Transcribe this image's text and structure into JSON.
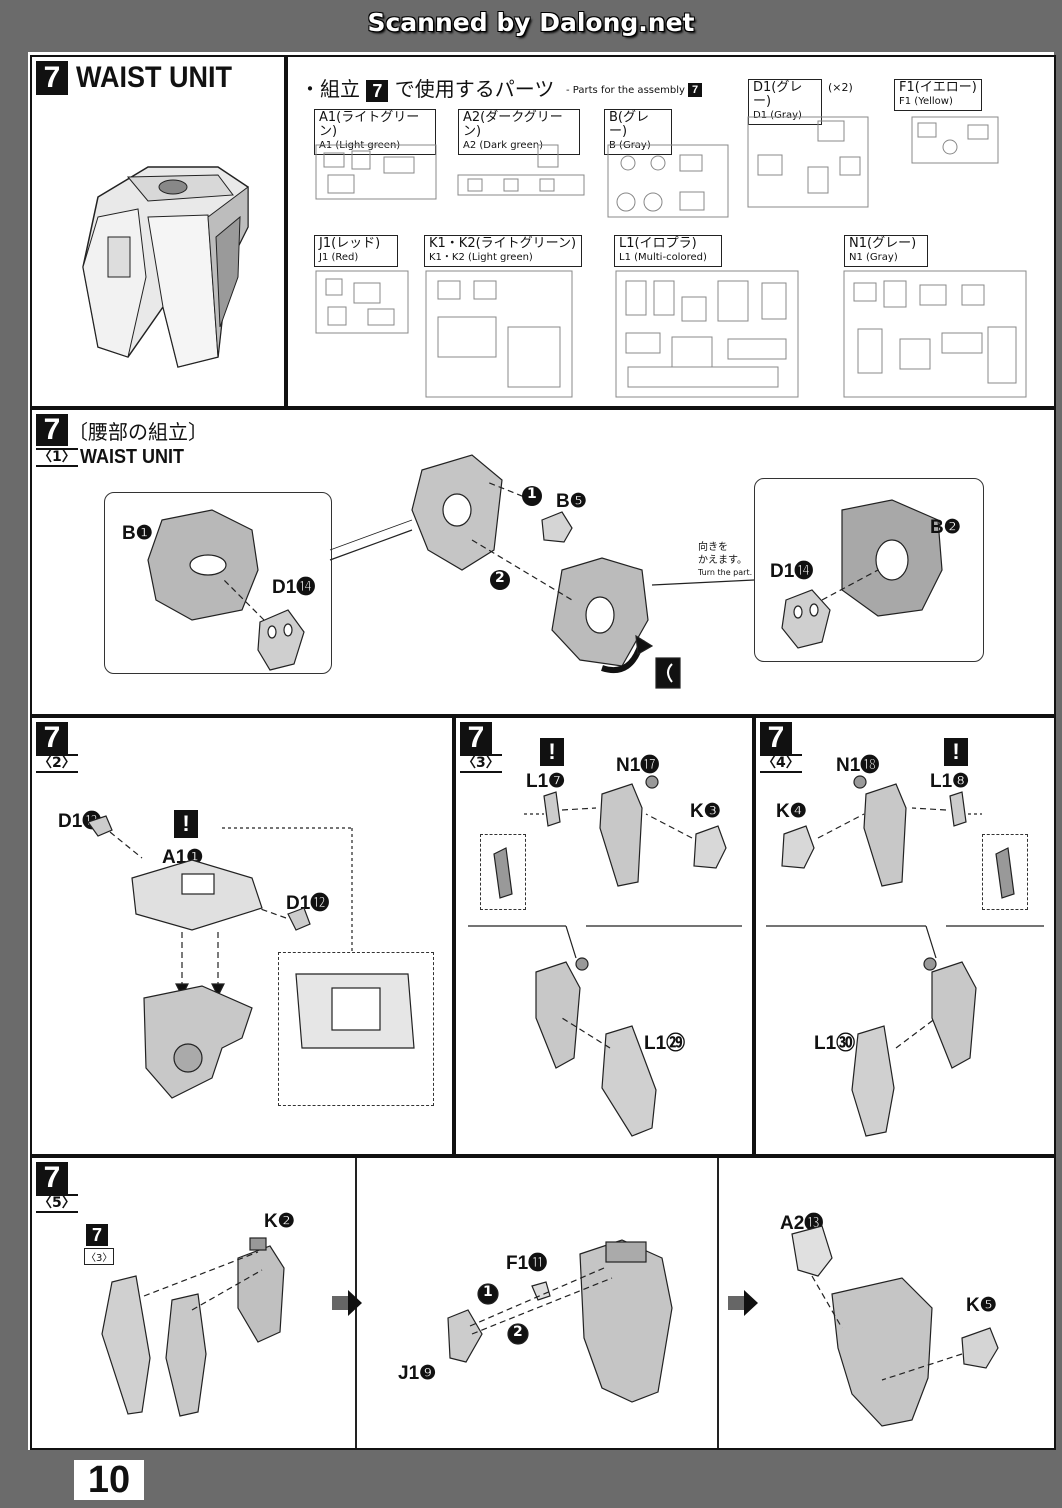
{
  "banner": "Scanned by Dalong.net",
  "header": {
    "step": "7",
    "title": "WAIST UNIT",
    "parts_title_jp": "・組立",
    "parts_title_jp2": "で使用するパーツ",
    "parts_title_en": "- Parts for the assembly"
  },
  "sprues": [
    {
      "jp": "A1(ライトグリーン)",
      "en": "A1 (Light green)"
    },
    {
      "jp": "A2(ダークグリーン)",
      "en": "A2 (Dark green)"
    },
    {
      "jp": "B(グレー)",
      "en": "B (Gray)"
    },
    {
      "jp": "D1(グレー)",
      "en": "D1 (Gray)",
      "extra": "(×2)"
    },
    {
      "jp": "F1(イエロー)",
      "en": "F1 (Yellow)"
    },
    {
      "jp": "J1(レッド)",
      "en": "J1 (Red)"
    },
    {
      "jp": "K1・K2(ライトグリーン)",
      "en": "K1・K2 (Light green)"
    },
    {
      "jp": "L1(イロプラ)",
      "en": "L1 (Multi-colored)"
    },
    {
      "jp": "N1(グレー)",
      "en": "N1 (Gray)"
    }
  ],
  "step1": {
    "num": "7",
    "sub": "〈1〉",
    "title_jp": "〔腰部の組立〕",
    "title_en": "WAIST UNIT",
    "parts": {
      "b1": "B❶",
      "d14a": "D1⓮",
      "b5": "B❺",
      "b2": "B❷",
      "d14b": "D1⓮"
    },
    "note_jp": "向きを\nかえます。",
    "note_jp1": "向きを",
    "note_jp2": "かえます。",
    "note_en": "Turn the part.",
    "order1": "1",
    "order2": "2"
  },
  "step2": {
    "num": "7",
    "sub": "〈2〉",
    "parts": {
      "d12a": "D1⓬",
      "a11": "A1❶",
      "d12b": "D1⓬"
    }
  },
  "step3": {
    "num": "7",
    "sub": "〈3〉",
    "parts": {
      "n17": "N1⓱",
      "l17": "L1❼",
      "k3": "K❸",
      "l29": "L1㉙"
    }
  },
  "step4": {
    "num": "7",
    "sub": "〈4〉",
    "parts": {
      "n18": "N1⓲",
      "l18": "L1❽",
      "k4": "K❹",
      "l30": "L1㉚"
    }
  },
  "step5": {
    "num": "7",
    "sub": "〈5〉",
    "ref_num": "7",
    "ref_sub": "〈3〉",
    "parts": {
      "k2": "K❷",
      "f11": "F1⓫",
      "j19": "J1❾",
      "a213": "A2⓭",
      "k5": "K❺"
    },
    "order1": "1",
    "order2": "2"
  },
  "warn_symbol": "!",
  "page_number": "10"
}
